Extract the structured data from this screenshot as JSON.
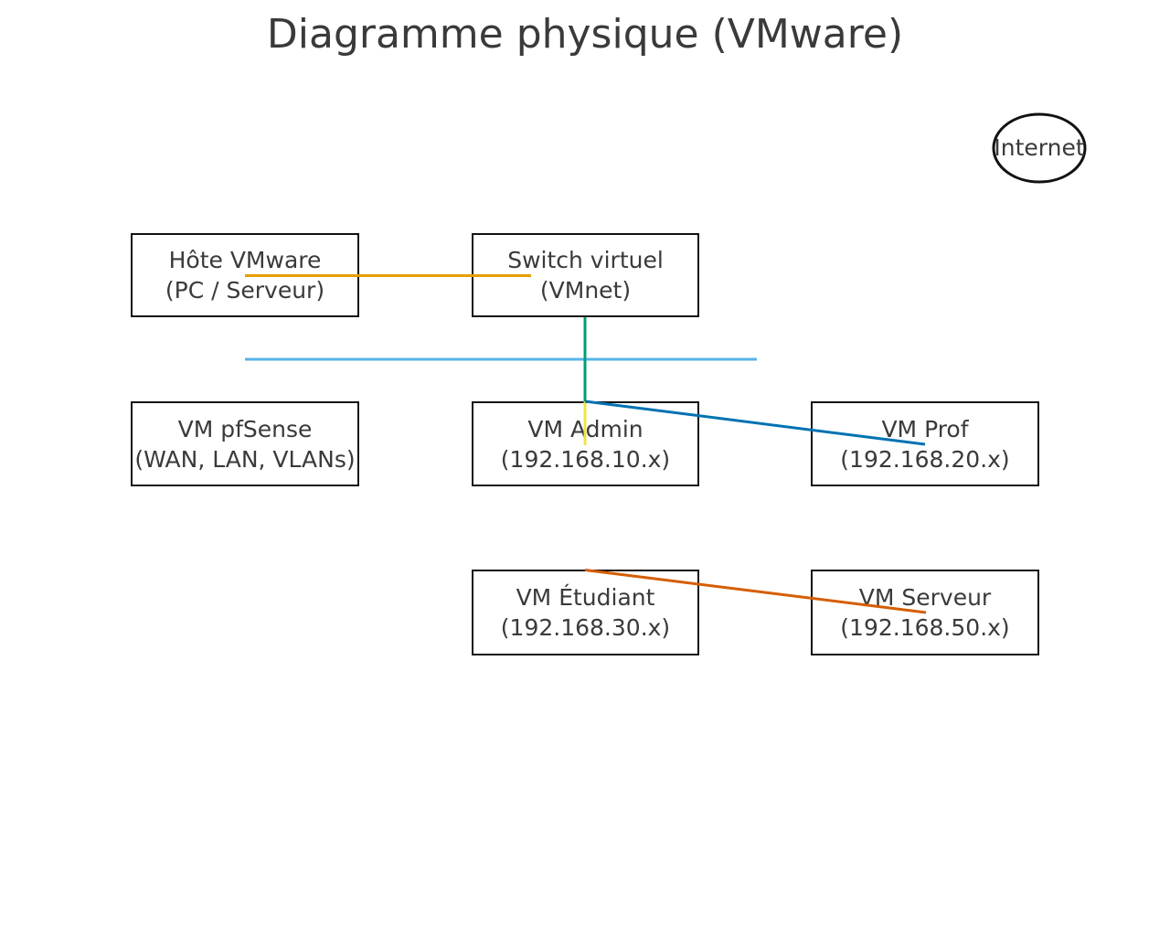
{
  "title": "Diagramme physique (VMware)",
  "colors": {
    "text": "#3a3a3a",
    "box_border": "#121212",
    "background": "#ffffff"
  },
  "internet": {
    "label": "Internet"
  },
  "nodes": [
    {
      "id": "hote-vmware",
      "line1": "Hôte VMware",
      "line2": "(PC / Serveur)"
    },
    {
      "id": "switch-virtuel",
      "line1": "Switch virtuel",
      "line2": "(VMnet)"
    },
    {
      "id": "vm-pfsense",
      "line1": "VM pfSense",
      "line2": "(WAN, LAN, VLANs)"
    },
    {
      "id": "vm-admin",
      "line1": "VM Admin",
      "line2": "(192.168.10.x)"
    },
    {
      "id": "vm-prof",
      "line1": "VM Prof",
      "line2": "(192.168.20.x)"
    },
    {
      "id": "vm-etudiant",
      "line1": "VM Étudiant",
      "line2": "(192.168.30.x)"
    },
    {
      "id": "vm-serveur",
      "line1": "VM Serveur",
      "line2": "(192.168.50.x)"
    }
  ],
  "edges": [
    {
      "name": "hote-to-switch",
      "color": "#E69F00"
    },
    {
      "name": "lan-segment",
      "color": "#56B4E9"
    },
    {
      "name": "switch-to-admin",
      "color": "#009E73"
    },
    {
      "name": "admin-stub",
      "color": "#F0E442"
    },
    {
      "name": "admin-to-prof",
      "color": "#0072B2"
    },
    {
      "name": "etudiant-to-serveur",
      "color": "#D55E00"
    }
  ]
}
